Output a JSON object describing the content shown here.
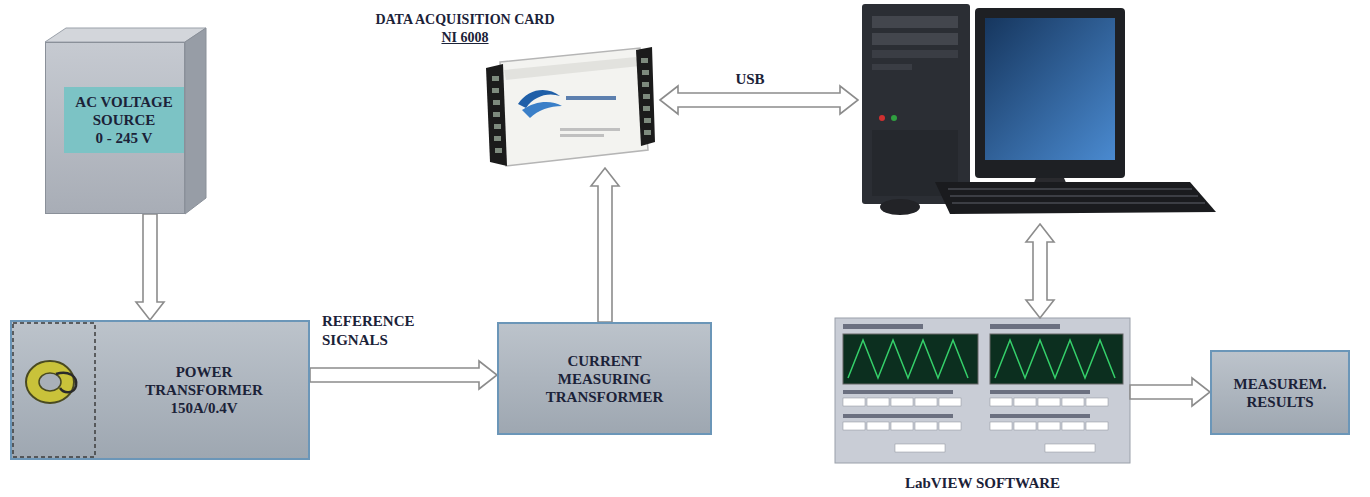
{
  "diagram": {
    "nodes": [
      {
        "text": [
          "AC VOLTAGE SOURCE",
          "0 - 245 V"
        ]
      },
      {
        "text": [
          "DATA ACQUISITION CARD",
          "NI 6008"
        ]
      },
      {
        "text": []
      },
      {
        "text": [
          "POWER TRANSFORMER",
          "150A/0.4V"
        ]
      },
      {
        "text": [
          "CURRENT MEASURING TRANSFORMER"
        ]
      },
      {
        "text": [
          "LabVIEW SOFTWARE"
        ]
      },
      {
        "text": [
          "MEASUREM. RESULTS"
        ]
      }
    ],
    "edges": [
      {
        "from": 0,
        "to": 3,
        "arrow": "to"
      },
      {
        "from": 3,
        "to": 4,
        "arrow": "to",
        "label": "REFERENCE SIGNALS"
      },
      {
        "from": 4,
        "to": 1,
        "arrow": "to"
      },
      {
        "from": 1,
        "to": 2,
        "arrow": "both",
        "label": "USB"
      },
      {
        "from": 2,
        "to": 5,
        "arrow": "both"
      },
      {
        "from": 5,
        "to": 6,
        "arrow": "to"
      }
    ]
  }
}
